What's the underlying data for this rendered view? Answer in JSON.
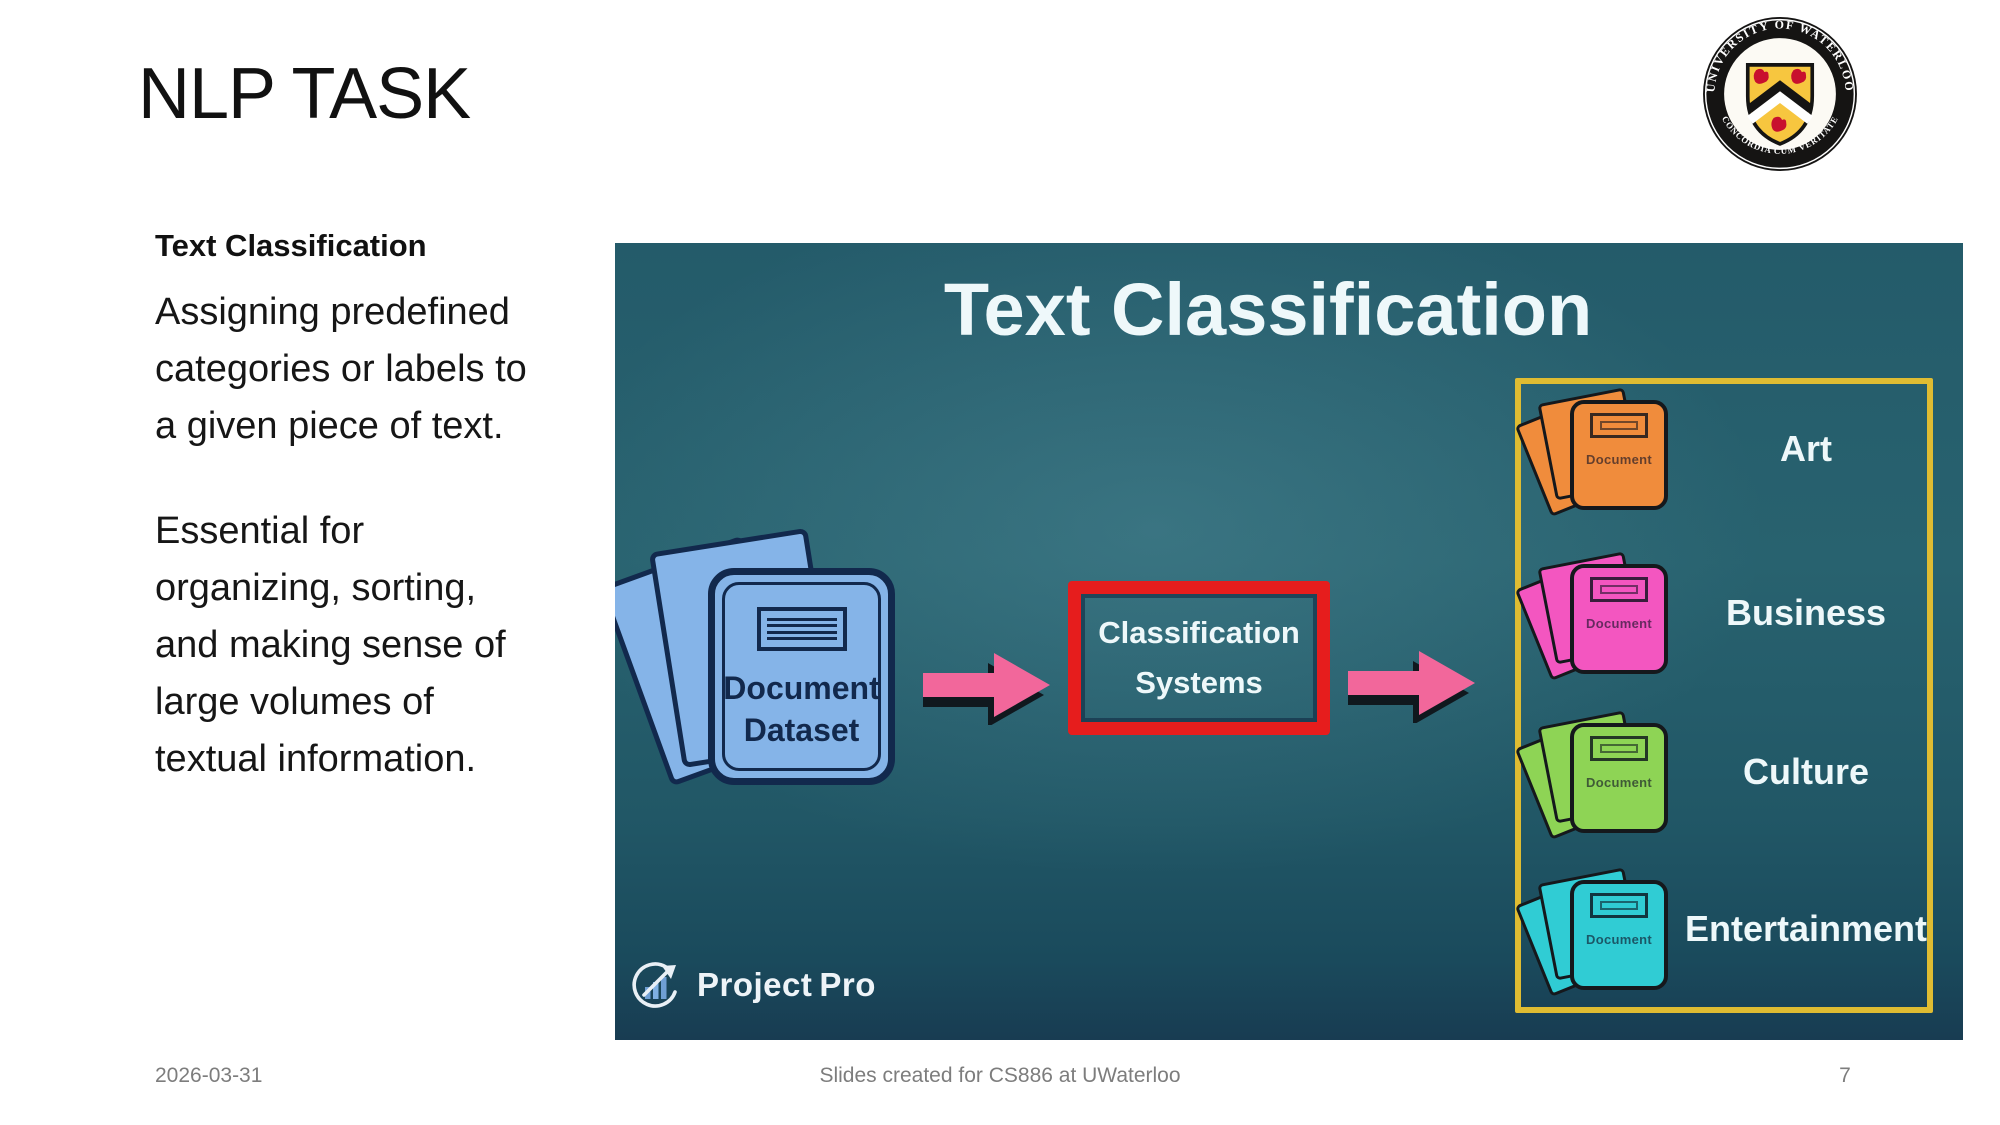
{
  "theme": {
    "text_black": "#111111",
    "footer_gray": "#7d7d7d",
    "bg_teal": "#28626f",
    "bg_teal_dark": "#1a4a5c",
    "bg_navy_bottom": "#183c52",
    "red_box": "#e61d1d",
    "yellow_border": "#dfbc32",
    "arrow_pink": "#f2679b",
    "doc_blue": "#85b4e8",
    "doc_navy": "#12294d",
    "white_text": "#eef8fa",
    "logo_gold": "#f7c63f",
    "logo_red": "#c8102e"
  },
  "slide": {
    "title": "NLP TASK",
    "heading": "Text Classification",
    "paragraph1_lines": [
      "Assigning predefined",
      "categories or labels to",
      "a given piece of text."
    ],
    "paragraph2_lines": [
      "Essential for",
      "organizing, sorting,",
      "and making sense of",
      "large volumes of",
      "textual information."
    ],
    "footer": {
      "date": "2026-03-31",
      "center_text": "Slides created for CS886 at UWaterloo",
      "page_number": "7"
    }
  },
  "university_logo": {
    "ring_top": "UNIVERSITY OF WATERLOO",
    "ring_bottom": "CONCORDIA CUM VERITATE"
  },
  "diagram": {
    "title": "Text Classification",
    "source_stack": {
      "line1": "Document",
      "line2": "Dataset"
    },
    "classifier_box": {
      "line1": "Classification",
      "line2": "Systems"
    },
    "doc_text": "Document",
    "categories": [
      {
        "name": "Art",
        "fill": "#f08c3c"
      },
      {
        "name": "Business",
        "fill": "#f356c0"
      },
      {
        "name": "Culture",
        "fill": "#8ed455"
      },
      {
        "name": "Entertainment",
        "fill": "#30ccd4"
      }
    ],
    "brand": {
      "part1": "Project",
      "part2": "Pro"
    }
  }
}
